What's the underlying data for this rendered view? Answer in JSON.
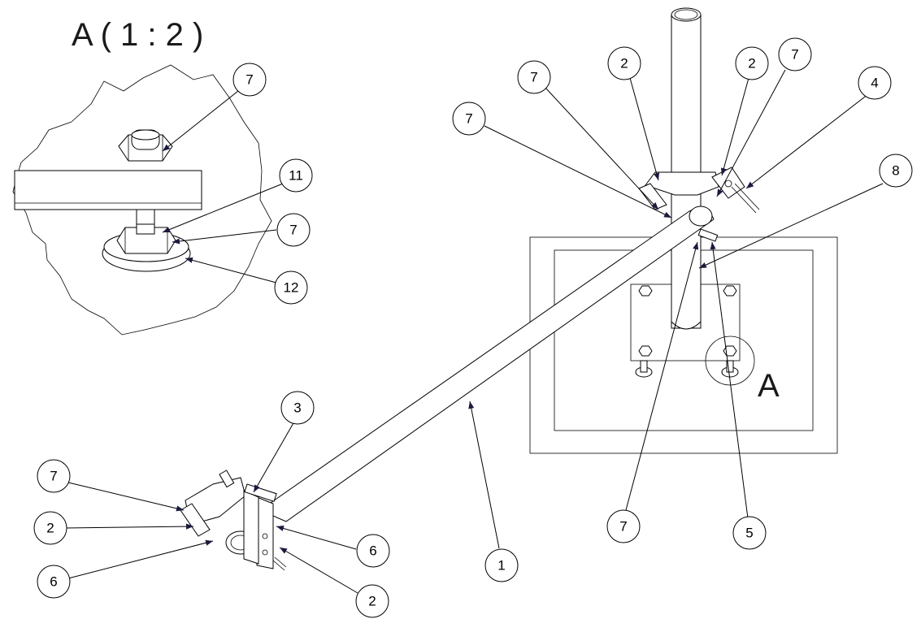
{
  "detail_title": "A ( 1 : 2 )",
  "detail_marker": "A",
  "balloons": [
    {
      "label": "7"
    },
    {
      "label": "11"
    },
    {
      "label": "7"
    },
    {
      "label": "12"
    },
    {
      "label": "7"
    },
    {
      "label": "2"
    },
    {
      "label": "2"
    },
    {
      "label": "7"
    },
    {
      "label": "4"
    },
    {
      "label": "7"
    },
    {
      "label": "8"
    },
    {
      "label": "3"
    },
    {
      "label": "7"
    },
    {
      "label": "2"
    },
    {
      "label": "6"
    },
    {
      "label": "6"
    },
    {
      "label": "2"
    },
    {
      "label": "1"
    },
    {
      "label": "7"
    },
    {
      "label": "5"
    }
  ],
  "arrow_color": "#1a1a40"
}
